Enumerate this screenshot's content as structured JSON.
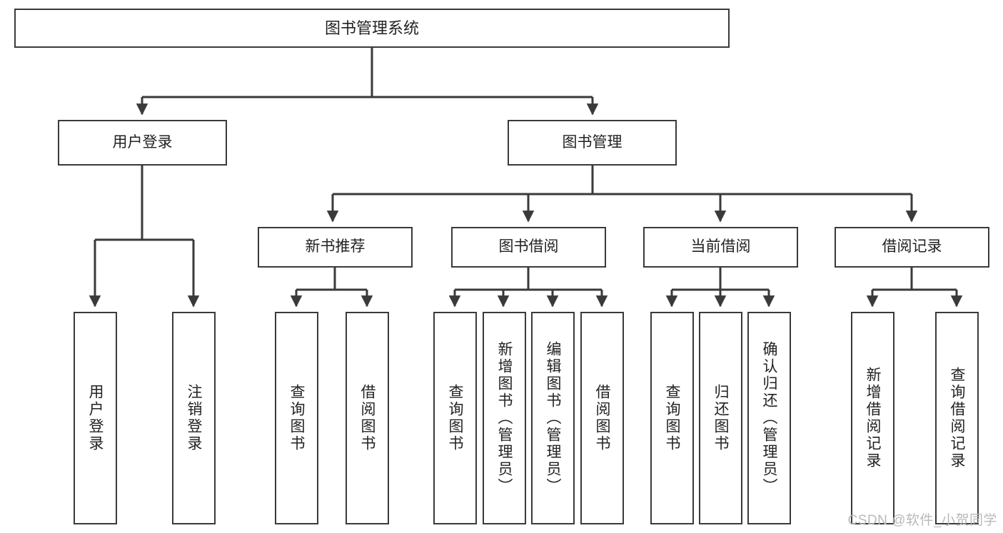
{
  "diagram": {
    "title": "图书管理系统",
    "type": "functional-structure-tree",
    "root": {
      "id": "root",
      "label": "图书管理系统"
    },
    "level2": [
      {
        "id": "user-login",
        "label": "用户登录"
      },
      {
        "id": "book-management",
        "label": "图书管理"
      }
    ],
    "level3": [
      {
        "id": "new-book-recommend",
        "label": "新书推荐",
        "parent": "book-management"
      },
      {
        "id": "book-borrow",
        "label": "图书借阅",
        "parent": "book-management"
      },
      {
        "id": "current-borrow",
        "label": "当前借阅",
        "parent": "book-management"
      },
      {
        "id": "borrow-record",
        "label": "借阅记录",
        "parent": "book-management"
      }
    ],
    "leaves": {
      "user-login": [
        {
          "id": "leaf-user-login",
          "label": "用户登录"
        },
        {
          "id": "leaf-user-logout",
          "label": "注销登录"
        }
      ],
      "new-book-recommend": [
        {
          "id": "leaf-query-book-1",
          "label": "查询图书"
        },
        {
          "id": "leaf-borrow-book-1",
          "label": "借阅图书"
        }
      ],
      "book-borrow": [
        {
          "id": "leaf-query-book-2",
          "label": "查询图书"
        },
        {
          "id": "leaf-add-book",
          "label": "新增图书（管理员）"
        },
        {
          "id": "leaf-edit-book",
          "label": "编辑图书（管理员）"
        },
        {
          "id": "leaf-borrow-book-2",
          "label": "借阅图书"
        }
      ],
      "current-borrow": [
        {
          "id": "leaf-query-book-3",
          "label": "查询图书"
        },
        {
          "id": "leaf-return-book",
          "label": "归还图书"
        },
        {
          "id": "leaf-confirm-return",
          "label": "确认归还（管理员）"
        }
      ],
      "borrow-record": [
        {
          "id": "leaf-add-record",
          "label": "新增借阅记录"
        },
        {
          "id": "leaf-query-record",
          "label": "查询借阅记录"
        }
      ]
    }
  },
  "watermark": {
    "text": "CSDN @软件_小贺同学"
  },
  "colors": {
    "border": "#3a3a3a",
    "text": "#222222",
    "background": "#ffffff",
    "watermark": "#b9b9b9"
  }
}
